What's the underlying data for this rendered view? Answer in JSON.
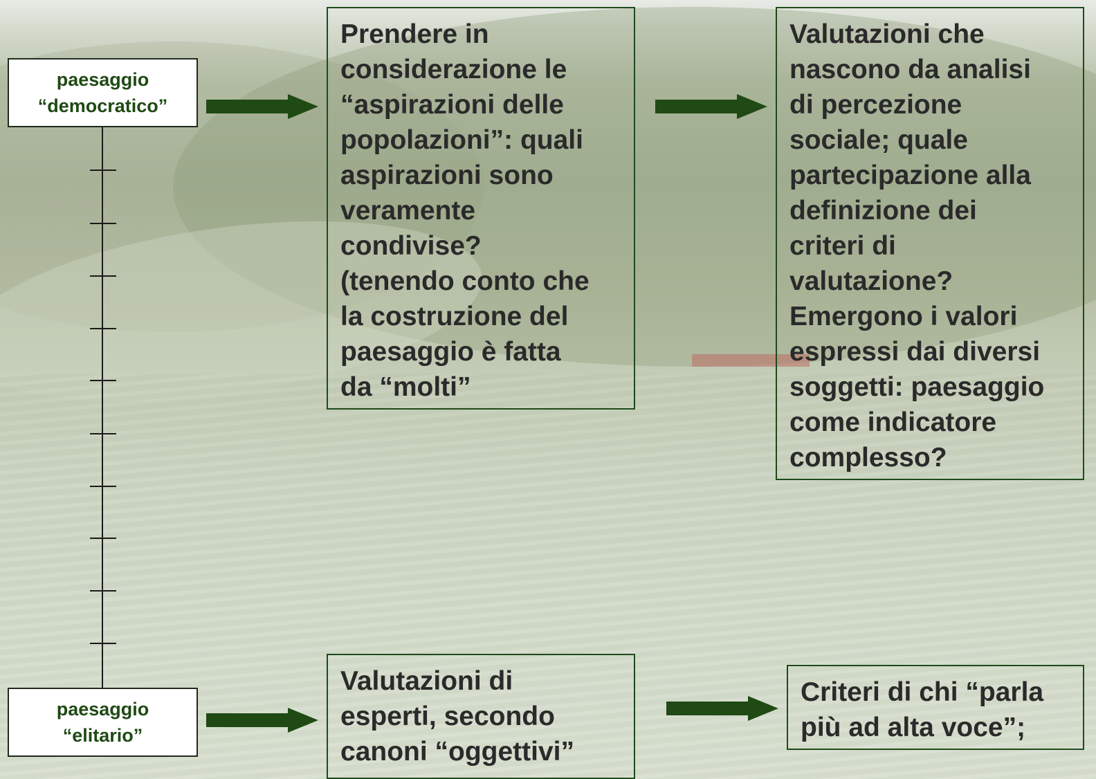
{
  "scale": {
    "top_label_lines": [
      "paesaggio",
      "“democratico”"
    ],
    "bottom_label_lines": [
      "paesaggio",
      "“elitario”"
    ]
  },
  "democratic": {
    "middle_lines": [
      "Prendere in",
      "considerazione le",
      "“aspirazioni delle",
      "popolazioni”: quali",
      "aspirazioni sono",
      "veramente",
      "condivise?",
      "(tenendo conto che",
      "la costruzione del",
      "paesaggio è fatta",
      "da “molti”"
    ],
    "right_lines": [
      "Valutazioni che",
      "nascono da analisi",
      "di percezione",
      "sociale; quale",
      "partecipazione alla",
      "definizione dei",
      "criteri di",
      "valutazione?",
      "Emergono i valori",
      "espressi dai diversi",
      "soggetti: paesaggio",
      "come indicatore",
      "complesso?"
    ]
  },
  "elitist": {
    "middle_lines": [
      "Valutazioni di",
      "esperti, secondo",
      "canoni “oggettivi”"
    ],
    "right_lines": [
      "Criteri di chi “parla",
      "più ad alta voce”;"
    ]
  },
  "colors": {
    "arrow": "#1f4a14",
    "label_text": "#1f4a14",
    "body_text": "#2a2a2a",
    "box_border": "#1e4a1a"
  }
}
